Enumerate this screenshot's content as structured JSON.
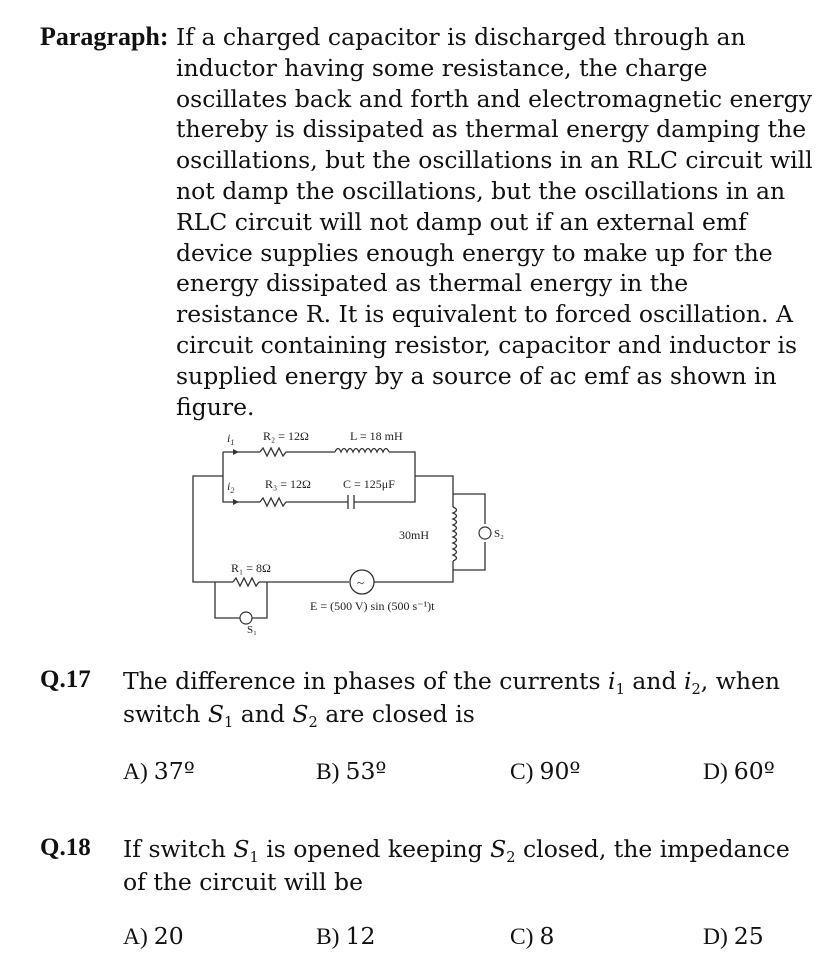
{
  "paragraph": {
    "label": "Paragraph:",
    "lines": [
      "If a charged capacitor is discharged through an",
      "inductor having some resistance, the charge",
      "oscillates back and forth and electromagnetic energy",
      "thereby is dissipated as thermal energy damping the",
      "oscillations, but the oscillations in an RLC circuit will",
      "not damp the oscillations, but the oscillations in an",
      "RLC circuit will not damp out if an external emf",
      "device supplies enough energy to make up for the",
      "energy dissipated as thermal energy in the",
      "resistance R. It is equivalent to forced oscillation. A",
      "circuit containing resistor, capacitor and inductor is",
      "supplied energy by a source of ac emf as shown in",
      "figure."
    ]
  },
  "circuit": {
    "i1": "i",
    "i1_sub": "1",
    "i2": "i",
    "i2_sub": "2",
    "r2": "R₂ = 12Ω",
    "l": "L = 18 mH",
    "r3": "R₃ = 12Ω",
    "c": "C = 125μF",
    "l2": "30mH",
    "s2": "S₂",
    "r1": "R₁ = 8Ω",
    "s1": "S₁",
    "emf": "E = (500 V) sin (500 s⁻¹)t",
    "source_symbol": "~"
  },
  "questions": [
    {
      "number": "Q.17",
      "line1_a": "The difference in phases of the currents ",
      "line1_i1": "i",
      "line1_i1_sub": "1",
      "line1_b": " and ",
      "line1_i2": "i",
      "line1_i2_sub": "2",
      "line1_c": ", when",
      "line2_a": "switch ",
      "line2_s1": "S",
      "line2_s1_sub": "1",
      "line2_b": " and ",
      "line2_s2": "S",
      "line2_s2_sub": "2",
      "line2_c": " are closed is",
      "options": [
        {
          "label": "A)",
          "value": "37º"
        },
        {
          "label": "B)",
          "value": "53º"
        },
        {
          "label": "C)",
          "value": "90º"
        },
        {
          "label": "D)",
          "value": "60º"
        }
      ]
    },
    {
      "number": "Q.18",
      "line1_a": "If switch ",
      "line1_s1": "S",
      "line1_s1_sub": "1",
      "line1_b": " is opened keeping ",
      "line1_s2": "S",
      "line1_s2_sub": "2",
      "line1_c": " closed, the impedance",
      "line2": "of the circuit will be",
      "options": [
        {
          "label": "A)",
          "value": "20"
        },
        {
          "label": "B)",
          "value": "12"
        },
        {
          "label": "C)",
          "value": "8"
        },
        {
          "label": "D)",
          "value": "25"
        }
      ]
    }
  ]
}
